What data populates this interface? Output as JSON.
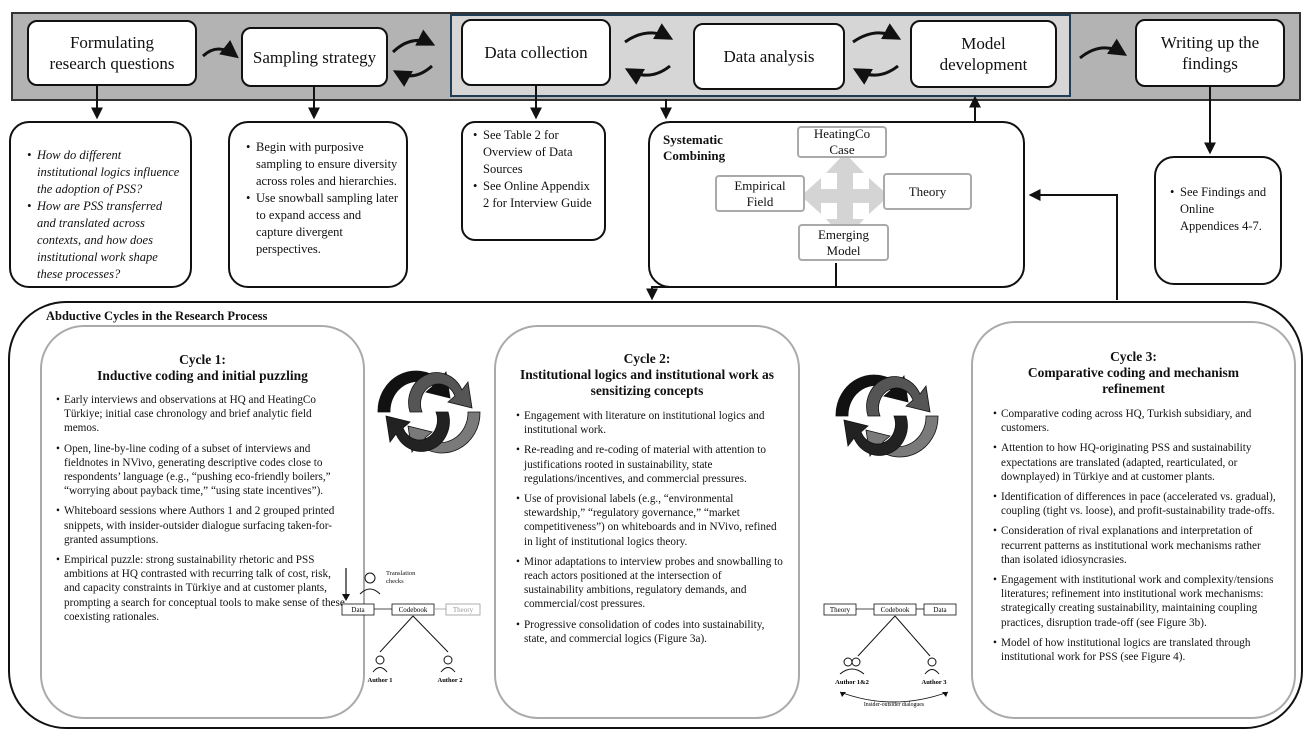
{
  "process": {
    "steps": [
      {
        "label": "Formulating\nresearch questions"
      },
      {
        "label": "Sampling strategy"
      },
      {
        "label": "Data collection"
      },
      {
        "label": "Data analysis"
      },
      {
        "label": "Model\ndevelopment"
      },
      {
        "label": "Writing up the\nfindings"
      }
    ]
  },
  "notes": {
    "research_questions": [
      "How do different institutional logics influence the adoption of PSS?",
      "How are PSS transferred and translated across contexts, and how does institutional work shape these processes?"
    ],
    "sampling": [
      "Begin with purposive sampling to ensure diversity across roles and hierarchies.",
      "Use snowball sampling later to expand access and capture divergent perspectives."
    ],
    "data_collection": [
      "See Table 2 for Overview of Data Sources",
      "See Online Appendix 2 for Interview Guide"
    ],
    "findings": [
      "See Findings and Online Appendices 4-7."
    ]
  },
  "systematic_combining": {
    "title": "Systematic\nCombining",
    "case": "HeatingCo\nCase",
    "field": "Empirical\nField",
    "theory": "Theory",
    "model": "Emerging\nModel"
  },
  "abductive": {
    "title": "Abductive Cycles in the Research Process",
    "cycle1": {
      "num": "Cycle 1:",
      "name": "Inductive coding and initial puzzling",
      "items": [
        "Early interviews and observations at HQ and HeatingCo Türkiye; initial case chronology and brief analytic field memos.",
        "Open, line-by-line coding of a subset of interviews and fieldnotes in NVivo, generating descriptive codes close to respondents’ language (e.g., “pushing eco-friendly boilers,” “worrying about payback time,” “using state incentives”).",
        "Whiteboard sessions where Authors 1 and 2 grouped printed snippets, with insider-outsider dialogue surfacing taken-for-granted assumptions.",
        "Empirical puzzle: strong sustainability rhetoric and PSS ambitions at HQ contrasted with recurring talk of cost, risk, and capacity constraints in Türkiye and at customer plants, prompting a search for conceptual tools to make sense of these coexisting rationales."
      ]
    },
    "cycle2": {
      "num": "Cycle 2:",
      "name": "Institutional logics and institutional work as sensitizing concepts",
      "items": [
        "Engagement with literature on institutional logics and institutional work.",
        "Re-reading and re-coding of material with attention to justifications rooted in sustainability, state regulations/incentives, and commercial pressures.",
        "Use of provisional labels (e.g., “environmental stewardship,” “regulatory governance,” “market competitiveness”) on whiteboards and in NVivo, refined in light of institutional logics theory.",
        "Minor adaptations to interview probes and snowballing to reach actors positioned at the intersection of sustainability ambitions, regulatory demands, and commercial/cost pressures.",
        "Progressive consolidation of codes into sustainability, state, and commercial logics (Figure 3a)."
      ]
    },
    "cycle3": {
      "num": "Cycle 3:",
      "name": "Comparative coding and mechanism refinement",
      "items": [
        "Comparative coding across HQ, Turkish subsidiary, and customers.",
        "Attention to how HQ-originating PSS and sustainability expectations are translated (adapted, rearticulated, or downplayed) in Türkiye and at customer plants.",
        "Identification of differences in pace (accelerated vs. gradual), coupling (tight vs. loose), and profit-sustainability trade-offs.",
        "Consideration of rival explanations and interpretation of recurrent patterns as institutional work mechanisms rather than isolated idiosyncrasies.",
        "Engagement with institutional work and complexity/tensions literatures; refinement into institutional work mechanisms: strategically creating sustainability, maintaining coupling practices, disruption trade-off (see Figure 3b).",
        "Model of how institutional logics are translated through institutional work for PSS (see Figure 4)."
      ]
    }
  },
  "sketch1": {
    "checks": "Translation\nchecks",
    "data": "Data",
    "codebook": "Codebook",
    "theory": "Theory",
    "author1": "Author 1",
    "author2": "Author 2"
  },
  "sketch2": {
    "theory": "Theory",
    "codebook": "Codebook",
    "data": "Data",
    "author12": "Author 1&2",
    "author3": "Author 3",
    "dialogue": "Insider-outsider dialogues"
  }
}
